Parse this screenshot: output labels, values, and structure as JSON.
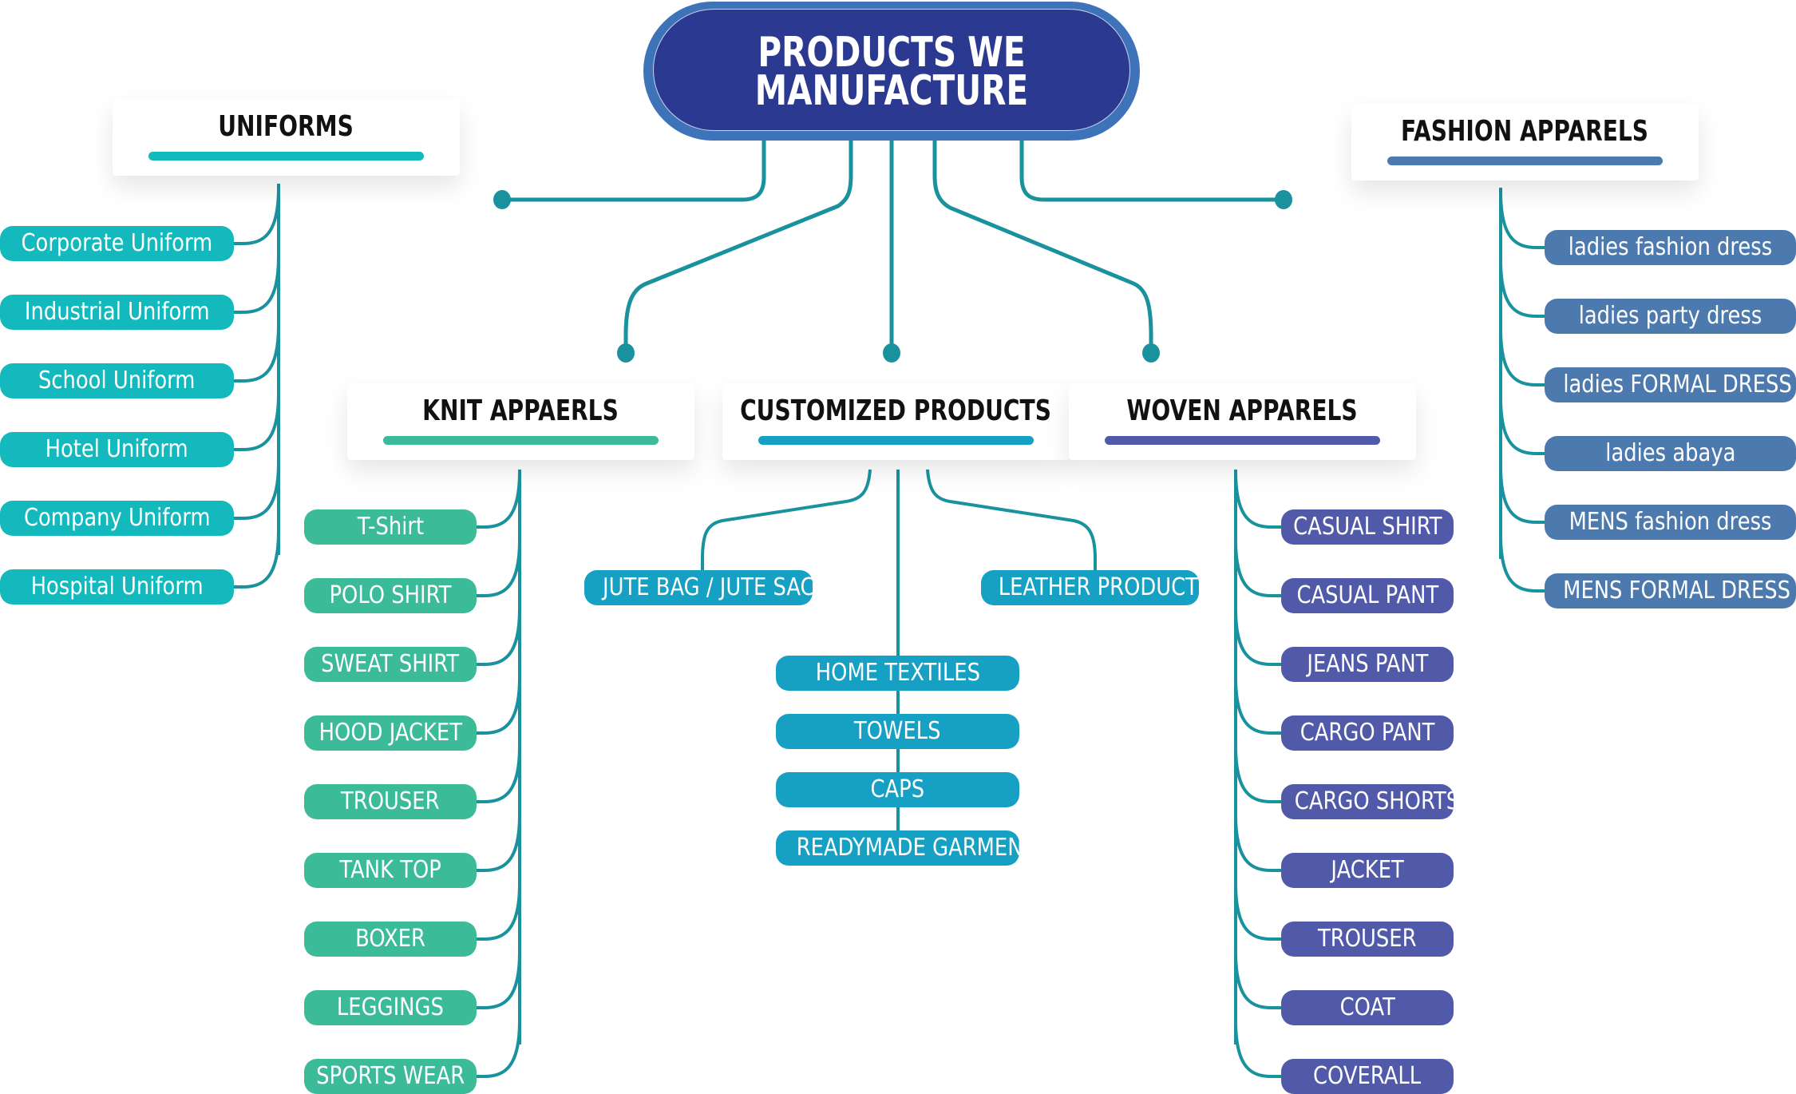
{
  "title_line1": "PRODUCTS WE",
  "title_line2": "MANUFACTURE",
  "colors": {
    "root_fill": "#2b3990",
    "root_border": "#3e72b9",
    "connector": "#1a929e",
    "uniforms": "#13b9bc",
    "knit": "#3bbb98",
    "customized": "#16a0c3",
    "woven": "#515aa8",
    "fashion": "#4d7aae"
  },
  "categories": {
    "uniforms": {
      "title": "UNIFORMS",
      "items": [
        "Corporate Uniform",
        "Industrial Uniform",
        "School Uniform",
        "Hotel Uniform",
        "Company Uniform",
        "Hospital Uniform"
      ]
    },
    "knit": {
      "title": "KNIT APPAERLS",
      "items": [
        "T-Shirt",
        "POLO SHIRT",
        "SWEAT SHIRT",
        "HOOD JACKET",
        "TROUSER",
        "TANK TOP",
        "BOXER",
        "LEGGINGS",
        "SPORTS WEAR"
      ]
    },
    "customized": {
      "title": "CUSTOMIZED PRODUCTS",
      "side_items": [
        "JUTE BAG / JUTE SACK",
        "LEATHER PRODUCTS"
      ],
      "items": [
        "HOME TEXTILES",
        "TOWELS",
        "CAPS",
        "READYMADE GARMENTS"
      ]
    },
    "woven": {
      "title": "WOVEN APPARELS",
      "items": [
        "CASUAL SHIRT",
        "CASUAL PANT",
        "JEANS PANT",
        "CARGO PANT",
        "CARGO SHORTS",
        "JACKET",
        "TROUSER",
        "COAT",
        "COVERALL"
      ]
    },
    "fashion": {
      "title": "FASHION APPARELS",
      "items": [
        "ladies fashion dress",
        "ladies party dress",
        "ladies FORMAL DRESS",
        "ladies abaya",
        "MENS fashion dress",
        "MENS FORMAL DRESS"
      ]
    }
  }
}
